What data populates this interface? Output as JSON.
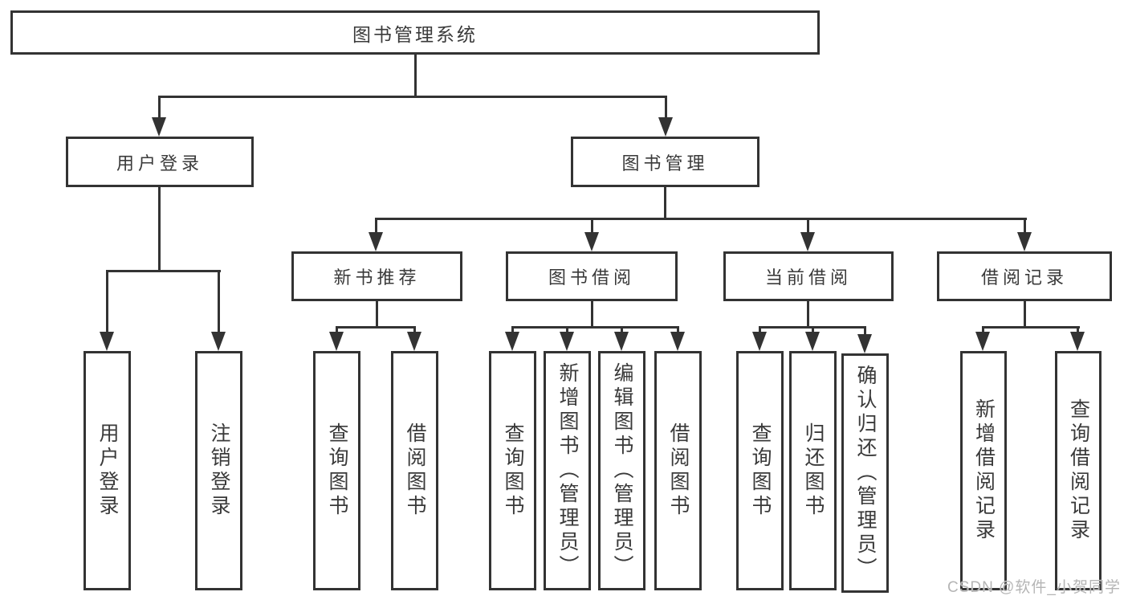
{
  "tree": {
    "root": {
      "label": "图书管理系统"
    },
    "children": [
      {
        "label": "用户登录",
        "children": [
          {
            "label": "用户登录"
          },
          {
            "label": "注销登录"
          }
        ]
      },
      {
        "label": "图书管理",
        "children": [
          {
            "label": "新书推荐",
            "children": [
              {
                "label": "查询图书"
              },
              {
                "label": "借阅图书"
              }
            ]
          },
          {
            "label": "图书借阅",
            "children": [
              {
                "label": "查询图书"
              },
              {
                "label": "新增图书（管理员）"
              },
              {
                "label": "编辑图书（管理员）"
              },
              {
                "label": "借阅图书"
              }
            ]
          },
          {
            "label": "当前借阅",
            "children": [
              {
                "label": "查询图书"
              },
              {
                "label": "归还图书"
              },
              {
                "label": "确认归还（管理员）"
              }
            ]
          },
          {
            "label": "借阅记录",
            "children": [
              {
                "label": "新增借阅记录"
              },
              {
                "label": "查询借阅记录"
              }
            ]
          }
        ]
      }
    ]
  },
  "colors": {
    "line": "#333333",
    "text": "#3a3a3a",
    "watermark": "#b5b5b5",
    "background": "#ffffff"
  },
  "watermark": {
    "text": "CSDN @软件_小贺同学"
  }
}
